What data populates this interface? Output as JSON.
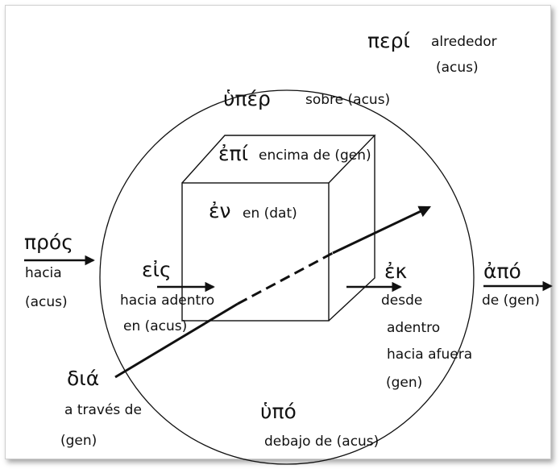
{
  "colors": {
    "stroke": "#111111",
    "text": "#111111",
    "background": "#ffffff"
  },
  "prepositions": {
    "peri": {
      "greek": "περί",
      "gloss_line1": "alrededor",
      "gloss_line2": "(acus)"
    },
    "hyper": {
      "greek": "ὑπέρ",
      "gloss": "sobre (acus)"
    },
    "epi": {
      "greek": "ἐπί",
      "gloss": "encima de (gen)"
    },
    "en": {
      "greek": "ἐν",
      "gloss": "en (dat)"
    },
    "pros": {
      "greek": "πρός",
      "gloss_line1": "hacia",
      "gloss_line2": "(acus)"
    },
    "eis": {
      "greek": "εἰς",
      "gloss_line1": "hacia adentro",
      "gloss_line2": "en (acus)"
    },
    "ek": {
      "greek": "ἐκ",
      "gloss_line1": "desde",
      "gloss_line2": "adentro",
      "gloss_line3": "hacia afuera",
      "gloss_line4": "(gen)"
    },
    "apo": {
      "greek": "ἀπό",
      "gloss": "de (gen)"
    },
    "dia": {
      "greek": "διά",
      "gloss_line1": "a través de",
      "gloss_line2": "(gen)"
    },
    "hypo": {
      "greek": "ὑπό",
      "gloss": "debajo de (acus)"
    }
  }
}
